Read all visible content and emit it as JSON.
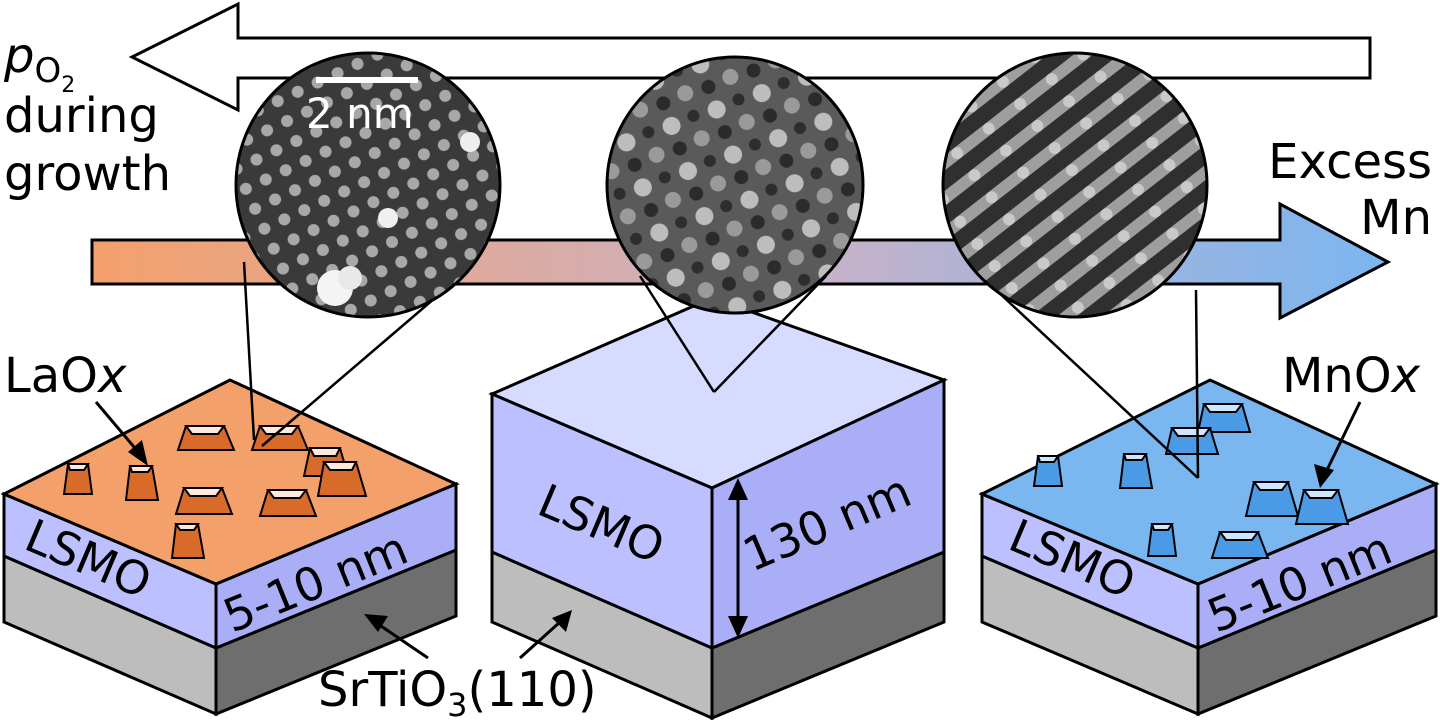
{
  "top_arrow": {
    "p_letter": "p",
    "subscript": "O",
    "subscript_num": "2",
    "line1": "during",
    "line2": "growth"
  },
  "right_arrow": {
    "line1": "Excess",
    "line2": "Mn"
  },
  "scale_bar": {
    "label": "2 nm"
  },
  "left_sample": {
    "particle_label": "LaO",
    "particle_sub": "x",
    "film_label": "LSMO",
    "thickness": "5-10 nm"
  },
  "middle_sample": {
    "film_label": "LSMO",
    "thickness": "130 nm"
  },
  "right_sample": {
    "particle_label": "MnO",
    "particle_sub": "x",
    "film_label": "LSMO",
    "thickness": "5-10 nm"
  },
  "substrate": {
    "label": "SrTiO",
    "sub": "3",
    "suffix": "(110)"
  },
  "colors": {
    "orange": "#f4a06b",
    "blue": "#7ab6f0",
    "lsmo": "#bcc0ff",
    "lsmo_side": "#a9aef7",
    "substrate_front": "#bdbdbd",
    "substrate_side": "#6e6e6e"
  }
}
